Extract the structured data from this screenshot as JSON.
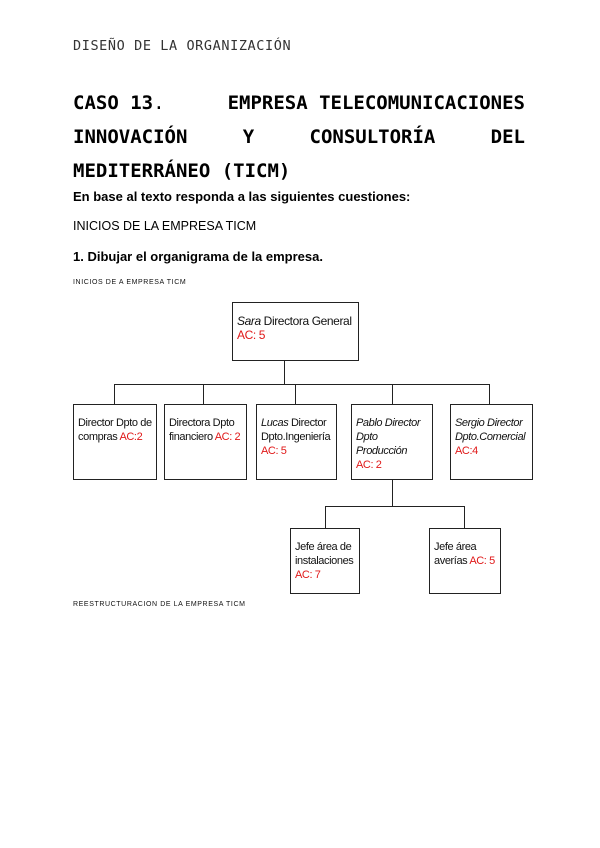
{
  "header": {
    "subject": "DISEÑO DE LA ORGANIZACIÓN"
  },
  "title": {
    "line1_a": "CASO 13",
    "line1_dot": ".",
    "line1_b": "EMPRESA TELECOMUNICACIONES",
    "line2": [
      "INNOVACIÓN",
      "Y",
      "CONSULTORÍA",
      "DEL"
    ],
    "line3": "MEDITERRÁNEO (TICM)"
  },
  "intro": "En base al texto responda a las siguientes cuestiones:",
  "section": "INICIOS DE LA EMPRESA TICM",
  "question1": "1. Dibujar el organigrama de la empresa.",
  "chart_caption": "INICIOS DE A EMPRESA TICM",
  "org": {
    "root": {
      "name": "Sara",
      "role": " Directora General",
      "ac": "AC: 5"
    },
    "level1": [
      {
        "name": "",
        "role": "Director Dpto de compras ",
        "ac": "AC:2"
      },
      {
        "name": "",
        "role": "Directora Dpto financiero ",
        "ac": "AC: 2"
      },
      {
        "name": "Lucas",
        "role": " Director Dpto.Ingeniería",
        "ac": "AC: 5"
      },
      {
        "name": "Pablo Director Dpto Producción",
        "role": "",
        "ac": "AC: 2"
      },
      {
        "name": "Sergio Director Dpto.Comercial",
        "role": "",
        "ac": "AC:4"
      }
    ],
    "level2": [
      {
        "role": "Jefe área de instalaciones",
        "ac": "AC: 7"
      },
      {
        "role": "Jefe área averías ",
        "ac": "AC: 5"
      }
    ]
  },
  "footer_caption": "REESTRUCTURACION DE LA EMPRESA TICM"
}
